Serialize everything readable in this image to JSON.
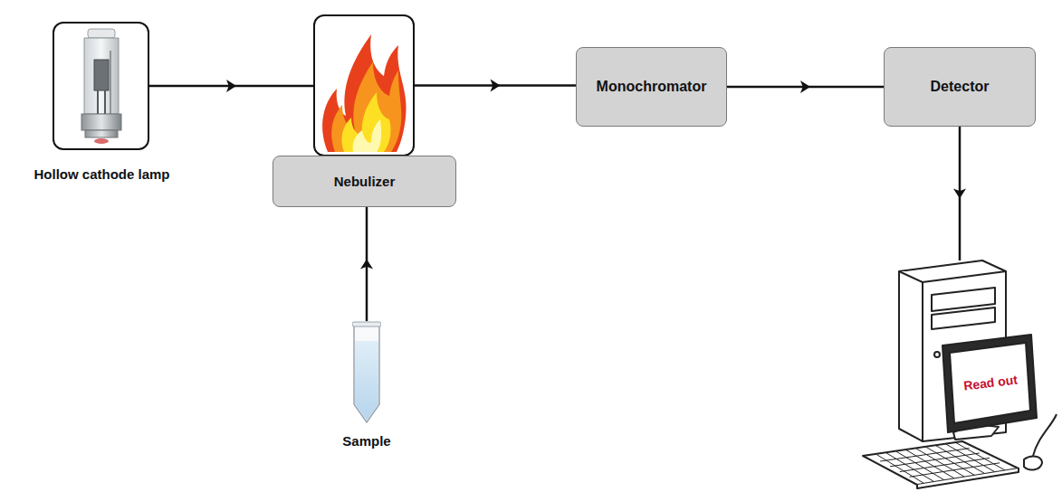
{
  "diagram": {
    "nodes": [
      {
        "text": [
          "Hollow cathode lamp"
        ]
      },
      {
        "text": [
          "Nebulizer"
        ]
      },
      {
        "text": [
          "Monochromator"
        ]
      },
      {
        "text": [
          "Detector"
        ]
      },
      {
        "text": [
          "Read out"
        ]
      },
      {
        "text": [
          "Sample"
        ]
      }
    ],
    "edges": [
      {
        "from": 0,
        "to": 1,
        "arrow": "to"
      },
      {
        "from": 1,
        "to": 2,
        "arrow": "to"
      },
      {
        "from": 2,
        "to": 3,
        "arrow": "to"
      },
      {
        "from": 3,
        "to": 4,
        "arrow": "to"
      },
      {
        "from": 5,
        "to": 1,
        "arrow": "to"
      }
    ]
  }
}
